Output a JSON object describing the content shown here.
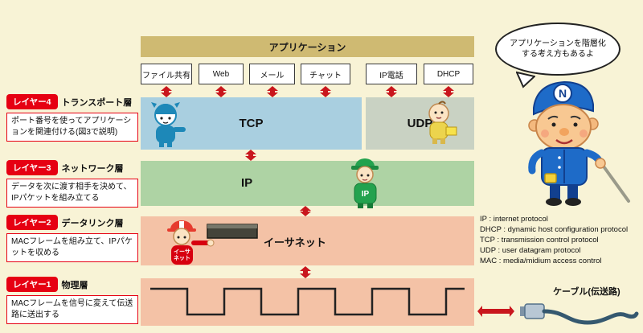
{
  "colors": {
    "background": "#f8f3d6",
    "header_tan": "#cfba72",
    "tcp_blue": "#a9cfe0",
    "udp_gray": "#c9d2c3",
    "ip_green": "#aed3a4",
    "salmon": "#f4c2a6",
    "arrow_red": "#c9161d",
    "badge_red": "#e60012"
  },
  "app_header": {
    "label": "アプリケーション"
  },
  "app_boxes": [
    {
      "label": "ファイル共有"
    },
    {
      "label": "Web"
    },
    {
      "label": "メール"
    },
    {
      "label": "チャット"
    },
    {
      "label": "IP電話"
    },
    {
      "label": "DHCP"
    }
  ],
  "layers": [
    {
      "badge": "レイヤー4",
      "title": "トランスポート層",
      "description": "ポート番号を使ってアプリケーションを関連付ける(図3で説明)"
    },
    {
      "badge": "レイヤー3",
      "title": "ネットワーク層",
      "description": "データを次に渡す相手を決めて、IPパケットを組み立てる"
    },
    {
      "badge": "レイヤー2",
      "title": "データリンク層",
      "description": "MACフレームを組み立て、IPパケットを収める"
    },
    {
      "badge": "レイヤー1",
      "title": "物理層",
      "description": "MACフレームを信号に変えて伝送路に送出する"
    }
  ],
  "protocols": {
    "tcp": "TCP",
    "udp": "UDP",
    "ip": "IP",
    "ethernet": "イーサネット",
    "ip_character": "IP",
    "ethernet_character_line1": "イーサ",
    "ethernet_character_line2": "ネット",
    "mascot_cap_letter": "N"
  },
  "legend": {
    "lines": [
      "IP : internet protocol",
      "DHCP : dynamic host configuration protocol",
      "TCP : transmission control protocol",
      "UDP : user datagram protocol",
      "MAC : media/midium access control"
    ]
  },
  "speech_bubble": {
    "text": "アプリケーションを階層化する考え方もあるよ"
  },
  "cable": {
    "label": "ケーブル(伝送路)"
  }
}
